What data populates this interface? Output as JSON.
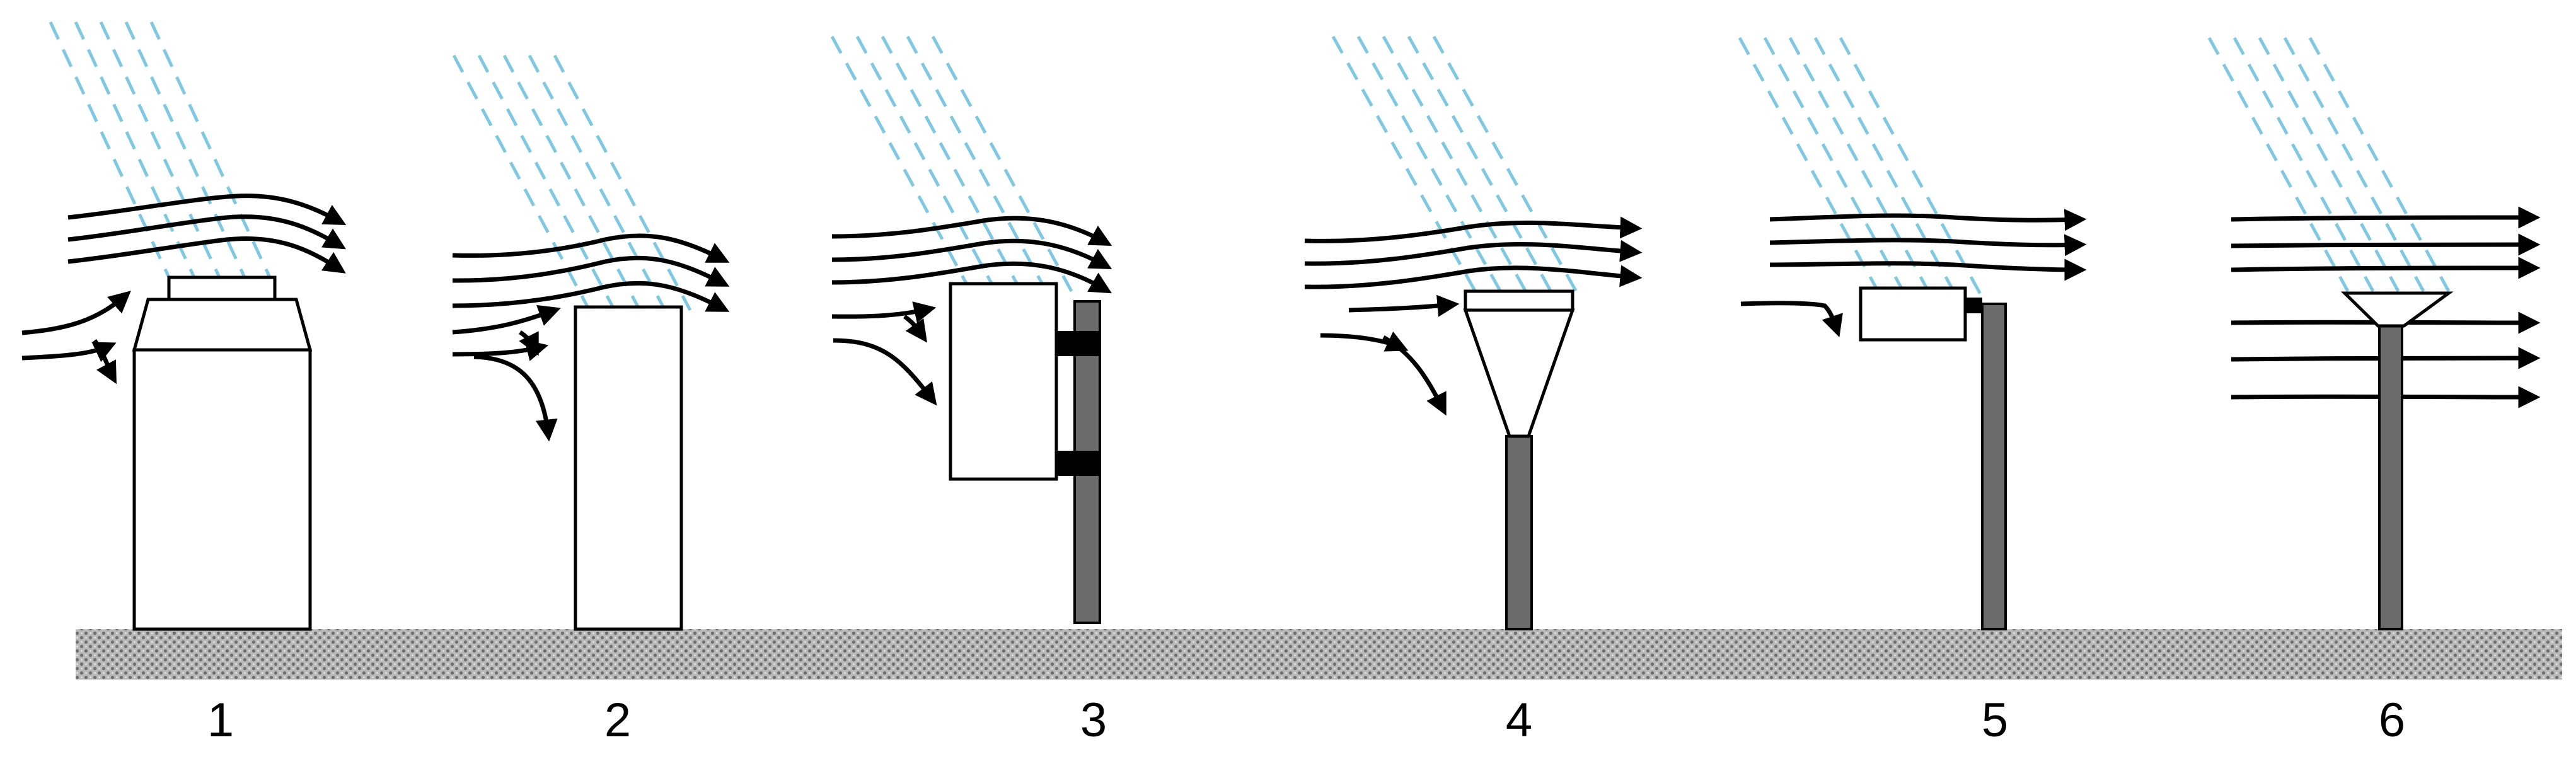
{
  "diagram": {
    "labels": [
      "1",
      "2",
      "3",
      "4",
      "5",
      "6"
    ],
    "colors": {
      "rain": "#7ec8e3",
      "wind": "#000000",
      "gauge_outline": "#000000",
      "pole": "#6b6b6b",
      "bracket": "#000000",
      "ground": "#9a9a9a"
    }
  }
}
